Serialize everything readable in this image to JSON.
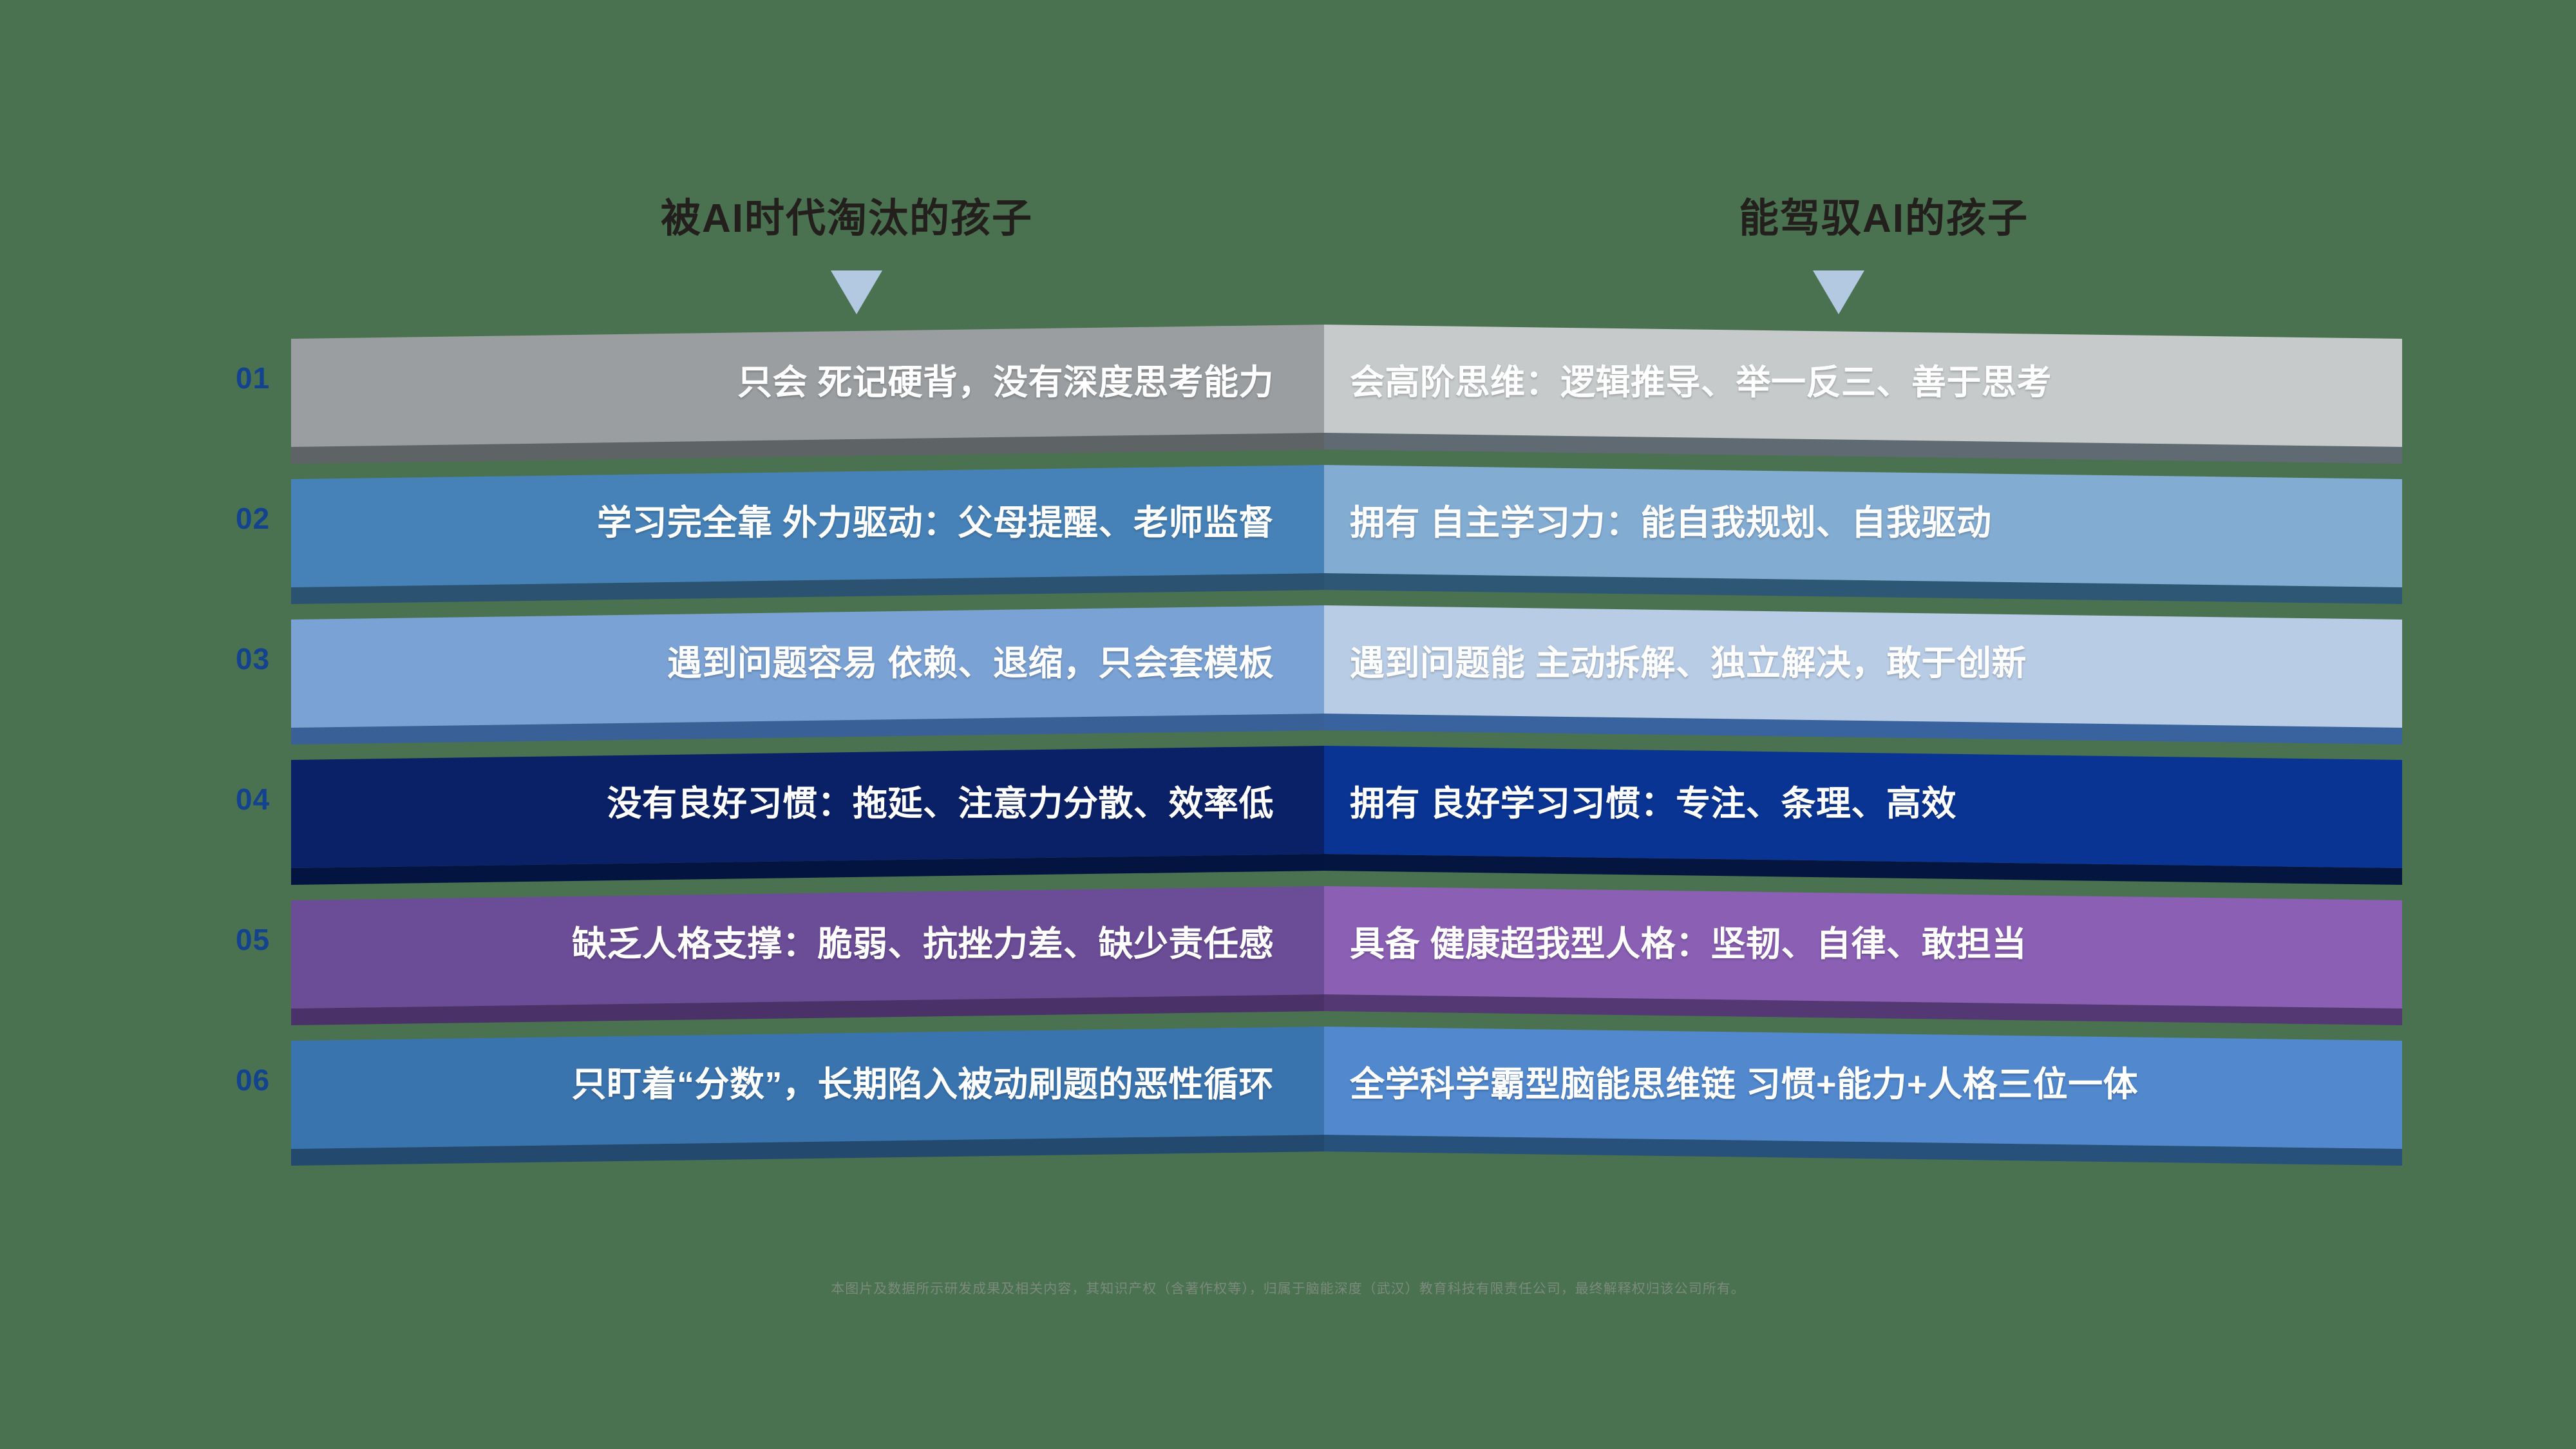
{
  "background_color": "#4A7250",
  "headers": {
    "left": "被AI时代淘汰的孩子",
    "right": "能驾驭AI的孩子",
    "arrow_color": "#B3C9E2"
  },
  "number_color": "#13428F",
  "rows": [
    {
      "num": "01",
      "left_text": "只会 死记硬背，没有深度思考能力",
      "right_text": "会高阶思维：逻辑推导、举一反三、善于思考",
      "left_color": "#9A9EA0",
      "right_color": "#C6CACB",
      "shelf_left": "#5E6365",
      "shelf_right": "#5F6A72"
    },
    {
      "num": "02",
      "left_text": "学习完全靠 外力驱动：父母提醒、老师监督",
      "right_text": "拥有 自主学习力：能自我规划、自我驱动",
      "left_color": "#4682B8",
      "right_color": "#83ACD3",
      "shelf_left": "#2B5271",
      "shelf_right": "#2E5775"
    },
    {
      "num": "03",
      "left_text": "遇到问题容易 依赖、退缩，只会套模板",
      "right_text": "遇到问题能 主动拆解、独立解决，敢于创新",
      "left_color": "#7BA2D4",
      "right_color": "#B8CCE5",
      "shelf_left": "#3A6098",
      "shelf_right": "#38639E"
    },
    {
      "num": "04",
      "left_text": "没有良好习惯：拖延、注意力分散、效率低",
      "right_text": "拥有 良好学习习惯：专注、条理、高效",
      "left_color": "#0A2168",
      "right_color": "#0A3493",
      "shelf_left": "#041440",
      "shelf_right": "#04163F"
    },
    {
      "num": "05",
      "left_text": "缺乏人格支撑：脆弱、抗挫力差、缺少责任感",
      "right_text": "具备 健康超我型人格：坚韧、自律、敢担当",
      "left_color": "#6B4C96",
      "right_color": "#8A5FB4",
      "shelf_left": "#4A3168",
      "shelf_right": "#533873"
    },
    {
      "num": "06",
      "left_text": "只盯着“分数”，长期陷入被动刷题的恶性循环",
      "right_text": "全学科学霸型脑能思维链 习惯+能力+人格三位一体",
      "left_color": "#3A74AF",
      "right_color": "#5188CE",
      "shelf_left": "#24496F",
      "shelf_right": "#27507A"
    }
  ],
  "footer": "本图片及数据所示研发成果及相关内容，其知识产权（含著作权等），归属于脑能深度（武汉）教育科技有限责任公司，最终解释权归该公司所有。"
}
